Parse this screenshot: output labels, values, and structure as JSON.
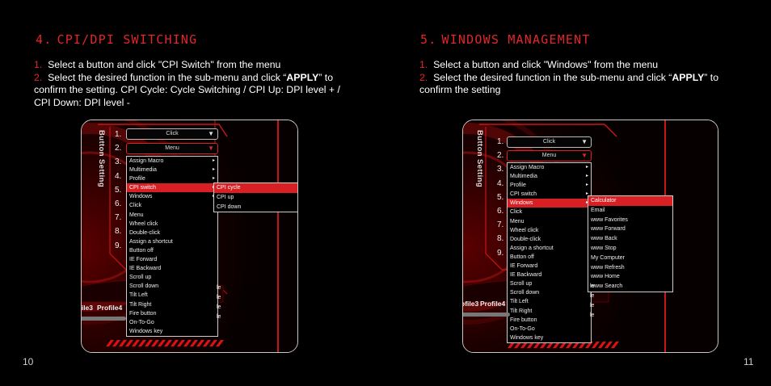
{
  "left": {
    "section_num": "4.",
    "title": "CPI/DPI SWITCHING",
    "steps": [
      {
        "n": "1.",
        "pre": "Select a button and click \"CPI Switch\" from the menu",
        "bold": "",
        "post": ""
      },
      {
        "n": "2.",
        "pre": "Select the desired function in the sub-menu and click “",
        "bold": "APPLY",
        "post": "” to confirm the setting.  CPI Cycle: Cycle Switching / CPI Up: DPI level + / CPI Down: DPI level -"
      }
    ],
    "page_number": "10",
    "screen": {
      "vertical_label": "Button Setting",
      "row_numbers": [
        "1.",
        "2.",
        "3.",
        "4.",
        "5.",
        "6.",
        "7.",
        "8.",
        "9."
      ],
      "combo1": "Click",
      "combo2": "Menu",
      "menu_items": [
        {
          "label": "Assign Macro",
          "arrow": "▸",
          "selected": false
        },
        {
          "label": "Multimedia",
          "arrow": "▸",
          "selected": false
        },
        {
          "label": "Profile",
          "arrow": "▸",
          "selected": false
        },
        {
          "label": "CPI switch",
          "arrow": "▸",
          "selected": true
        },
        {
          "label": "Windows",
          "arrow": "▸",
          "selected": false
        },
        {
          "label": "Click",
          "arrow": "",
          "selected": false
        },
        {
          "label": "Menu",
          "arrow": "",
          "selected": false
        },
        {
          "label": "Wheel click",
          "arrow": "",
          "selected": false
        },
        {
          "label": "Double-click",
          "arrow": "",
          "selected": false
        },
        {
          "label": "Assign a shortcut",
          "arrow": "",
          "selected": false
        },
        {
          "label": "Button off",
          "arrow": "",
          "selected": false
        },
        {
          "label": "IE Forward",
          "arrow": "",
          "selected": false
        },
        {
          "label": "IE Backward",
          "arrow": "",
          "selected": false
        },
        {
          "label": "Scroll up",
          "arrow": "",
          "selected": false
        },
        {
          "label": "Scroll down",
          "arrow": "",
          "selected": false
        },
        {
          "label": "Tilt Left",
          "arrow": "",
          "selected": false
        },
        {
          "label": "Tilt Right",
          "arrow": "",
          "selected": false
        },
        {
          "label": "Fire button",
          "arrow": "",
          "selected": false
        },
        {
          "label": "On-To-Go",
          "arrow": "",
          "selected": false
        },
        {
          "label": "Windows key",
          "arrow": "",
          "selected": false
        }
      ],
      "submenu_items": [
        {
          "label": "CPI cycle",
          "selected": true
        },
        {
          "label": "CPI up",
          "selected": false
        },
        {
          "label": "CPI down",
          "selected": false
        }
      ],
      "profile_a": "file3",
      "profile_b": "Profile4",
      "partial": [
        "le",
        "le",
        "le",
        "le"
      ]
    }
  },
  "right": {
    "section_num": "5.",
    "title": "WINDOWS MANAGEMENT",
    "steps": [
      {
        "n": "1.",
        "pre": "Select a button and click \"Windows\" from the menu",
        "bold": "",
        "post": ""
      },
      {
        "n": "2.",
        "pre": "Select the desired function in the sub-menu and click “",
        "bold": "APPLY",
        "post": "” to confirm the setting"
      }
    ],
    "page_number": "11",
    "screen": {
      "vertical_label": "Button Setting",
      "row_numbers": [
        "1.",
        "2.",
        "3.",
        "4.",
        "5.",
        "6.",
        "7.",
        "8.",
        "9."
      ],
      "combo1": "Click",
      "combo2": "Menu",
      "menu_items": [
        {
          "label": "Assign Macro",
          "arrow": "▸",
          "selected": false
        },
        {
          "label": "Multimedia",
          "arrow": "▸",
          "selected": false
        },
        {
          "label": "Profile",
          "arrow": "▸",
          "selected": false
        },
        {
          "label": "CPI switch",
          "arrow": "▸",
          "selected": false
        },
        {
          "label": "Windows",
          "arrow": "▸",
          "selected": true
        },
        {
          "label": "Click",
          "arrow": "",
          "selected": false
        },
        {
          "label": "Menu",
          "arrow": "",
          "selected": false
        },
        {
          "label": "Wheel click",
          "arrow": "",
          "selected": false
        },
        {
          "label": "Double-click",
          "arrow": "",
          "selected": false
        },
        {
          "label": "Assign a shortcut",
          "arrow": "",
          "selected": false
        },
        {
          "label": "Button off",
          "arrow": "",
          "selected": false
        },
        {
          "label": "IE Forward",
          "arrow": "",
          "selected": false
        },
        {
          "label": "IE Backward",
          "arrow": "",
          "selected": false
        },
        {
          "label": "Scroll up",
          "arrow": "",
          "selected": false
        },
        {
          "label": "Scroll down",
          "arrow": "",
          "selected": false
        },
        {
          "label": "Tilt Left",
          "arrow": "",
          "selected": false
        },
        {
          "label": "Tilt Right",
          "arrow": "",
          "selected": false
        },
        {
          "label": "Fire button",
          "arrow": "",
          "selected": false
        },
        {
          "label": "On-To-Go",
          "arrow": "",
          "selected": false
        },
        {
          "label": "Windows key",
          "arrow": "",
          "selected": false
        }
      ],
      "submenu_items": [
        {
          "label": "Calculator",
          "selected": true
        },
        {
          "label": "Email",
          "selected": false
        },
        {
          "label": "www Favorites",
          "selected": false
        },
        {
          "label": "www Forward",
          "selected": false
        },
        {
          "label": "www Back",
          "selected": false
        },
        {
          "label": "www Stop",
          "selected": false
        },
        {
          "label": "My Computer",
          "selected": false
        },
        {
          "label": "www Refresh",
          "selected": false
        },
        {
          "label": "www Home",
          "selected": false
        },
        {
          "label": "www Search",
          "selected": false
        }
      ],
      "profile_a": "ofile3",
      "profile_b": "Profile4",
      "partial": [
        "le",
        "le",
        "le",
        "le"
      ]
    }
  },
  "colors": {
    "accent": "#e3262a",
    "highlight": "#d81f24",
    "background": "#000000"
  }
}
